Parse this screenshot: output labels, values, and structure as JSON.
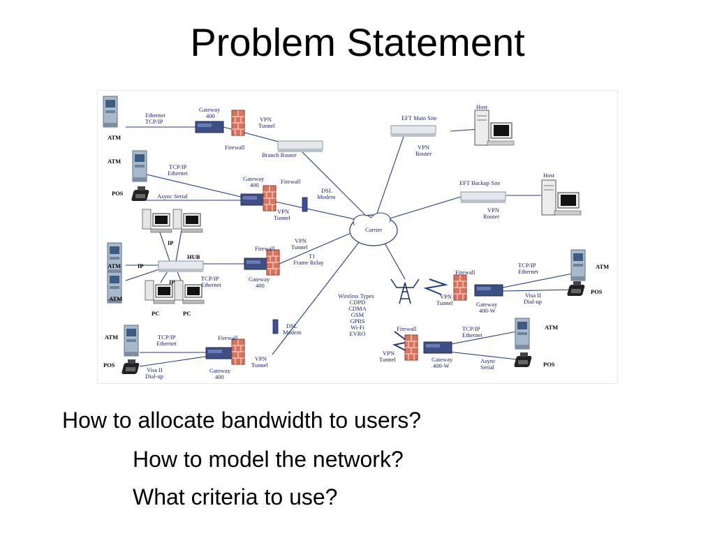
{
  "slide": {
    "title": "Problem Statement",
    "questions": [
      "How to allocate bandwidth to users?",
      "How to model the network?",
      "What criteria to use?"
    ]
  },
  "diagram": {
    "labels": {
      "atm": "ATM",
      "pos": "POS",
      "pc": "PC",
      "ip": "IP",
      "hub": "HUB",
      "host": "Host",
      "carrier": "Carrier",
      "firewall": "Firewall",
      "ethernet_tcpip": "Ethernet",
      "tcpip": "TCP/IP",
      "ethernet": "Ethernet",
      "gateway": "Gateway",
      "gateway_400": "400",
      "gateway_400w": "400-W",
      "vpn": "VPN",
      "tunnel": "Tunnel",
      "router": "Router",
      "branch_router": "Branch Router",
      "dsl": "DSL",
      "modem": "Modem",
      "async_serial": "Async Serial",
      "async": "Async",
      "serial": "Serial",
      "t1": "T1",
      "frame_relay": "Frame Relay",
      "visa_ii": "Visa II",
      "dial_up": "Dial-up",
      "eft_main_site": "EFT Main Site",
      "eft_backup_site": "EFT Backup Site",
      "wireless_types": "Wireless Types",
      "cdpd": "CDPD",
      "cdma": "CDMA",
      "gsm": "GSM",
      "gprs": "GPRS",
      "wifi": "Wi-Fi",
      "evro": "EVRO"
    }
  }
}
